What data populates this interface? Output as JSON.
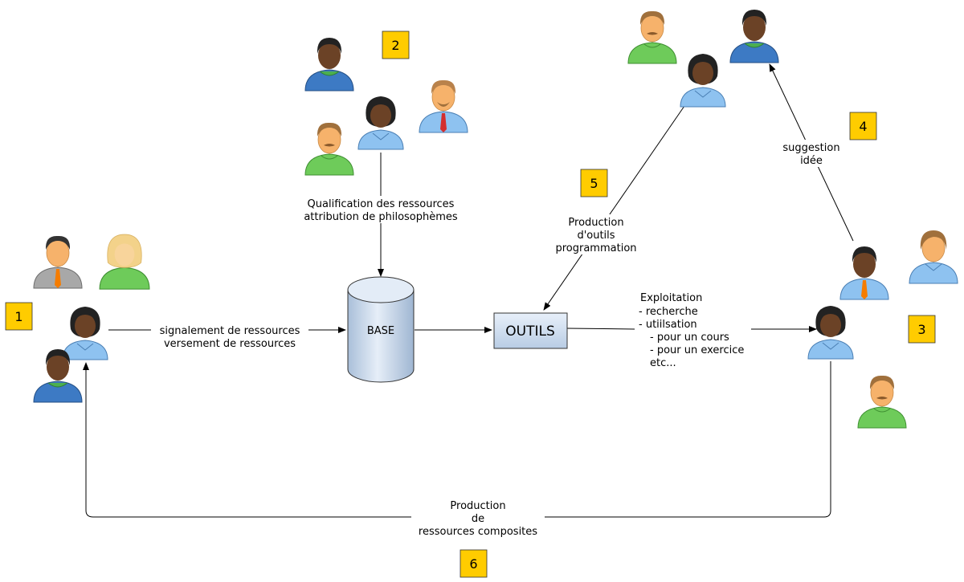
{
  "diagram": {
    "nodes": {
      "base": "BASE",
      "outils": "OUTILS"
    },
    "badges": [
      "1",
      "2",
      "3",
      "4",
      "5",
      "6"
    ],
    "labels": {
      "signalement": [
        "signalement de ressources",
        "versement de ressources"
      ],
      "qualification": [
        "Qualification des ressources",
        "attribution de philosophèmes"
      ],
      "production_outils": [
        "Production",
        "d'outils",
        "programmation"
      ],
      "suggestion": [
        "suggestion",
        "idée"
      ],
      "exploitation": [
        "Exploitation",
        "- recherche",
        "- utiilsation",
        "- pour un cours",
        "- pour un exercice",
        "etc..."
      ],
      "production_ressources": [
        "Production",
        "de",
        "ressources composites"
      ]
    },
    "people_icons": [
      "person-gray-suit-icon",
      "person-blonde-green-icon",
      "person-woman-blue-icon",
      "person-dark-hoodie-icon",
      "person-dark-hoodie-icon",
      "person-woman-blue-icon",
      "person-mustache-green-icon",
      "person-beard-tie-icon",
      "person-mustache-green-icon",
      "person-dark-hoodie-icon",
      "person-woman-blue-icon",
      "person-dark-tie-icon",
      "person-light-blue-icon",
      "person-woman-blue-icon",
      "person-mustache-green-icon"
    ],
    "colors": {
      "badge_fill": "#ffcc00",
      "node_fill": "#d7e3f4",
      "node_stroke": "#333333",
      "line": "#000000"
    }
  }
}
